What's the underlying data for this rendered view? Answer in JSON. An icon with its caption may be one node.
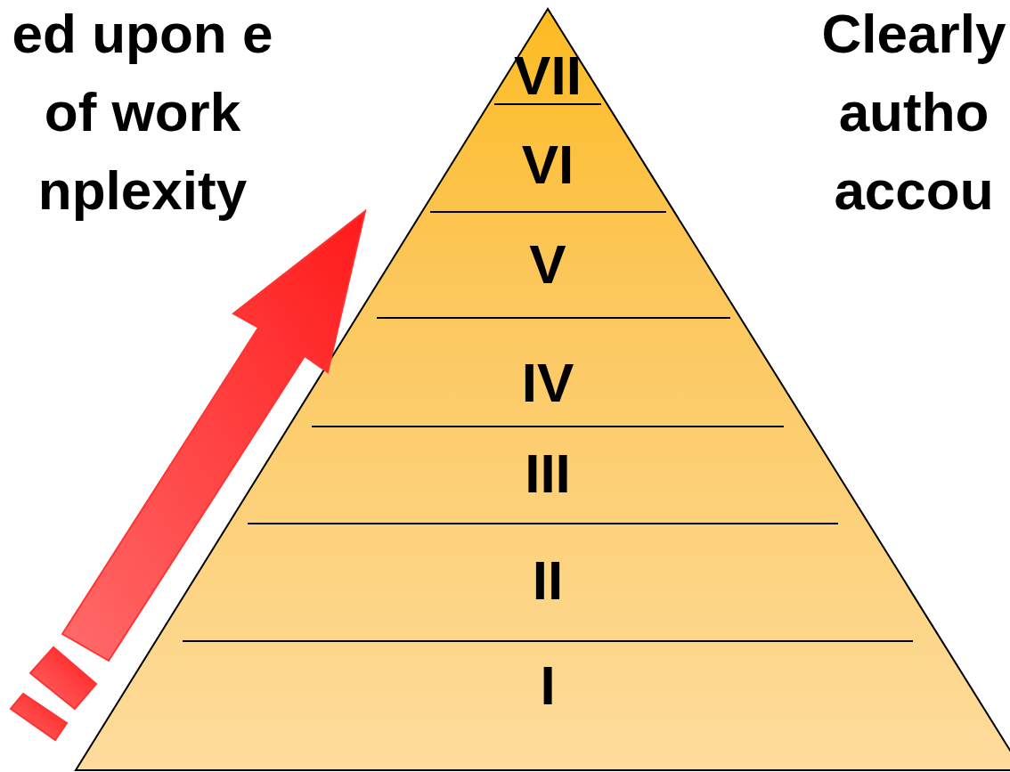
{
  "diagram": {
    "labels": [
      "ed upon e of work nplexity",
      "Clearly autho accou",
      "VII",
      "VI",
      "V",
      "IV",
      "III",
      "II",
      "I"
    ]
  }
}
